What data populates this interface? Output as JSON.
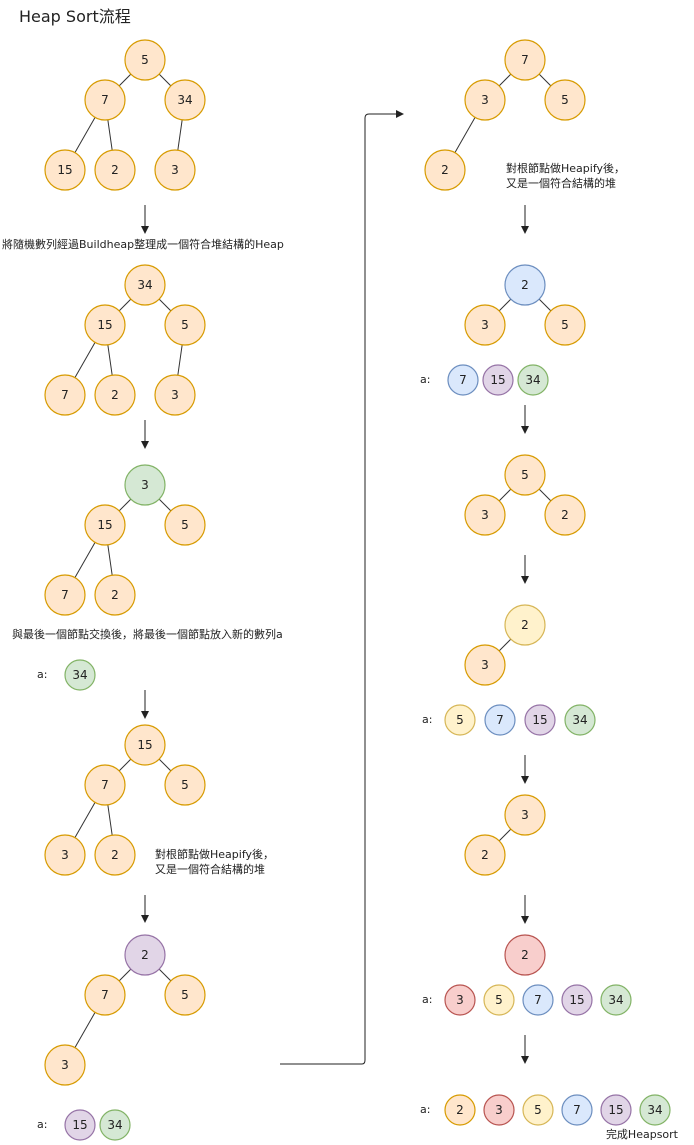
{
  "title": "Heap Sort流程",
  "colors": {
    "orange_fill": "#ffe6cc",
    "orange_stroke": "#d79b00",
    "green_fill": "#d5e8d4",
    "green_stroke": "#82b366",
    "purple_fill": "#e1d5e7",
    "purple_stroke": "#9673a6",
    "blue_fill": "#dae8fc",
    "blue_stroke": "#6c8ebf",
    "yellow_fill": "#fff2cc",
    "yellow_stroke": "#d6b656",
    "red_fill": "#f8cecc",
    "red_stroke": "#b85450"
  },
  "notes": {
    "build": "將隨機數列經過Buildheap整理成一個符合堆結構的Heap",
    "swap": "與最後一個節點交換後，將最後一個節點放入新的數列a",
    "heapify_1": "對根節點做Heapify後，",
    "heapify_2": "又是一個符合結構的堆",
    "array_label": "a:",
    "done": "完成Heapsort"
  },
  "trees": [
    {
      "name": "step1",
      "nodes": [
        {
          "v": "5",
          "c": "orange"
        },
        {
          "v": "7",
          "c": "orange"
        },
        {
          "v": "34",
          "c": "orange"
        },
        {
          "v": "15",
          "c": "orange"
        },
        {
          "v": "2",
          "c": "orange"
        },
        {
          "v": "3",
          "c": "orange"
        }
      ]
    },
    {
      "name": "step2",
      "nodes": [
        {
          "v": "34",
          "c": "orange"
        },
        {
          "v": "15",
          "c": "orange"
        },
        {
          "v": "5",
          "c": "orange"
        },
        {
          "v": "7",
          "c": "orange"
        },
        {
          "v": "2",
          "c": "orange"
        },
        {
          "v": "3",
          "c": "orange"
        }
      ]
    },
    {
      "name": "step3",
      "nodes": [
        {
          "v": "3",
          "c": "green"
        },
        {
          "v": "15",
          "c": "orange"
        },
        {
          "v": "5",
          "c": "orange"
        },
        {
          "v": "7",
          "c": "orange"
        },
        {
          "v": "2",
          "c": "orange"
        }
      ]
    },
    {
      "name": "step4",
      "nodes": [
        {
          "v": "15",
          "c": "orange"
        },
        {
          "v": "7",
          "c": "orange"
        },
        {
          "v": "5",
          "c": "orange"
        },
        {
          "v": "3",
          "c": "orange"
        },
        {
          "v": "2",
          "c": "orange"
        }
      ]
    },
    {
      "name": "step5",
      "nodes": [
        {
          "v": "2",
          "c": "purple"
        },
        {
          "v": "7",
          "c": "orange"
        },
        {
          "v": "5",
          "c": "orange"
        },
        {
          "v": "3",
          "c": "orange"
        }
      ]
    },
    {
      "name": "step6",
      "nodes": [
        {
          "v": "7",
          "c": "orange"
        },
        {
          "v": "3",
          "c": "orange"
        },
        {
          "v": "5",
          "c": "orange"
        },
        {
          "v": "2",
          "c": "orange"
        }
      ]
    },
    {
      "name": "step7",
      "nodes": [
        {
          "v": "2",
          "c": "blue"
        },
        {
          "v": "3",
          "c": "orange"
        },
        {
          "v": "5",
          "c": "orange"
        }
      ]
    },
    {
      "name": "step8",
      "nodes": [
        {
          "v": "5",
          "c": "orange"
        },
        {
          "v": "3",
          "c": "orange"
        },
        {
          "v": "2",
          "c": "orange"
        }
      ]
    },
    {
      "name": "step9",
      "nodes": [
        {
          "v": "2",
          "c": "yellow"
        },
        {
          "v": "3",
          "c": "orange"
        }
      ]
    },
    {
      "name": "step10",
      "nodes": [
        {
          "v": "3",
          "c": "orange"
        },
        {
          "v": "2",
          "c": "orange"
        }
      ]
    },
    {
      "name": "step11",
      "nodes": [
        {
          "v": "2",
          "c": "red"
        }
      ]
    }
  ],
  "arrays": [
    {
      "name": "array1",
      "items": [
        {
          "v": "34",
          "c": "green"
        }
      ]
    },
    {
      "name": "array2",
      "items": [
        {
          "v": "15",
          "c": "purple"
        },
        {
          "v": "34",
          "c": "green"
        }
      ]
    },
    {
      "name": "array3",
      "items": [
        {
          "v": "7",
          "c": "blue"
        },
        {
          "v": "15",
          "c": "purple"
        },
        {
          "v": "34",
          "c": "green"
        }
      ]
    },
    {
      "name": "array4",
      "items": [
        {
          "v": "5",
          "c": "yellow"
        },
        {
          "v": "7",
          "c": "blue"
        },
        {
          "v": "15",
          "c": "purple"
        },
        {
          "v": "34",
          "c": "green"
        }
      ]
    },
    {
      "name": "array5",
      "items": [
        {
          "v": "3",
          "c": "red"
        },
        {
          "v": "5",
          "c": "yellow"
        },
        {
          "v": "7",
          "c": "blue"
        },
        {
          "v": "15",
          "c": "purple"
        },
        {
          "v": "34",
          "c": "green"
        }
      ]
    },
    {
      "name": "array6",
      "items": [
        {
          "v": "2",
          "c": "orange"
        },
        {
          "v": "3",
          "c": "red"
        },
        {
          "v": "5",
          "c": "yellow"
        },
        {
          "v": "7",
          "c": "blue"
        },
        {
          "v": "15",
          "c": "purple"
        },
        {
          "v": "34",
          "c": "green"
        }
      ]
    }
  ]
}
